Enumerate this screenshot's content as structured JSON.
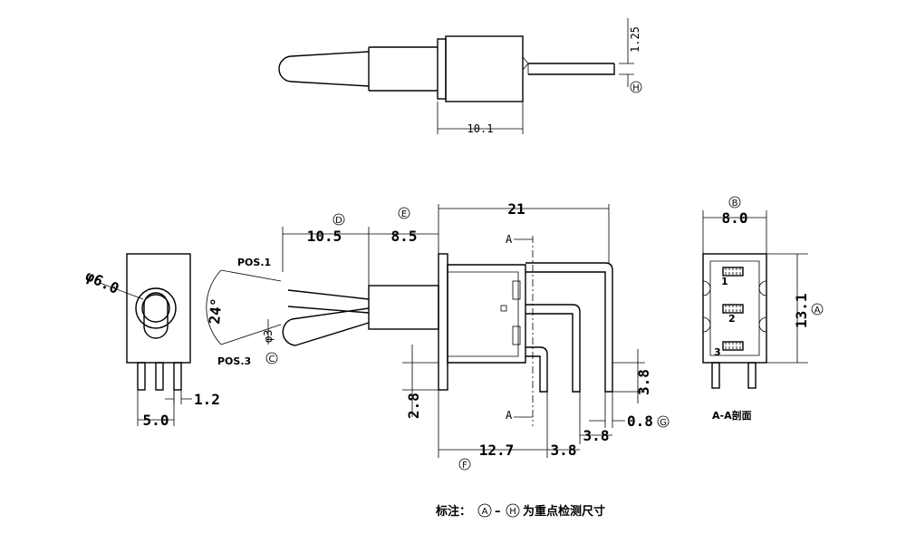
{
  "top_view": {
    "dim_width": "10.1",
    "dim_terminal": "1.25",
    "mark": "H"
  },
  "front_view": {
    "dim_total": "21",
    "dim_lever": "10.5",
    "dim_bushing": "8.5",
    "mark_lever": "D",
    "mark_bushing": "E",
    "pos1": "POS.1",
    "pos3": "POS.3",
    "angle": "24°",
    "dia_tip": "φ3",
    "mark_tip": "C",
    "section_a_top": "A",
    "section_a_bottom": "A",
    "dim_2_8": "2.8",
    "dim_3_8_right": "3.8",
    "dim_12_7": "12.7",
    "dim_3_8_b1": "3.8",
    "dim_3_8_b2": "3.8",
    "dim_0_8": "0.8",
    "mark_pin": "G",
    "mark_bottom": "F"
  },
  "side_view": {
    "dia": "φ6.0",
    "dim_5_0": "5.0",
    "dim_1_2": "1.2"
  },
  "section_view": {
    "dim_width": "8.0",
    "mark_width": "B",
    "dim_height": "13.1",
    "mark_height": "A",
    "pin_1": "1",
    "pin_2": "2",
    "pin_3": "3",
    "caption": "A-A剖面"
  },
  "footer": {
    "prefix": "标注：",
    "mark_a": "A",
    "dash": "–",
    "mark_h": "H",
    "suffix": "为重点检测尺寸"
  }
}
